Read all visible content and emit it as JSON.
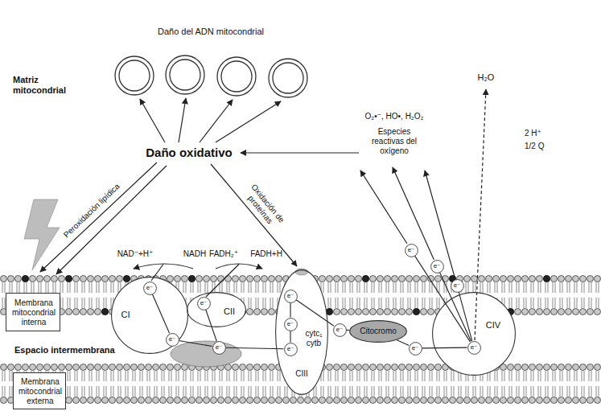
{
  "diagram": {
    "nodes": [
      {
        "text": [
          "Membrana mitocondrial interna"
        ]
      },
      {
        "text": [
          "CI"
        ]
      },
      {
        "text": [
          "e⁻"
        ],
        "in": 1
      },
      {
        "text": [
          "e⁻"
        ],
        "in": 1
      },
      {
        "text": [
          "CII"
        ]
      },
      {
        "text": [
          "e⁻"
        ],
        "in": 4
      },
      {
        "text": [
          "e⁻"
        ]
      },
      {
        "text": [
          "cytc₁ cytb",
          "CIII"
        ]
      },
      {
        "text": [
          "e⁻"
        ],
        "in": 7
      },
      {
        "text": [
          "e⁻"
        ],
        "in": 7
      },
      {
        "text": [
          "e⁻"
        ],
        "in": 7
      },
      {
        "text": [
          "e⁻"
        ]
      },
      {
        "text": [
          "Citocromo"
        ]
      },
      {
        "text": [
          "e⁻"
        ]
      },
      {
        "text": [
          "CIV"
        ]
      },
      {
        "text": [
          "e⁻"
        ],
        "in": 14
      },
      {
        "text": [
          "e⁻"
        ]
      },
      {
        "text": [
          "e⁻"
        ]
      },
      {
        "text": [
          "e⁻"
        ]
      },
      {
        "text": [
          "Membrana mitocondrial externa"
        ]
      }
    ],
    "edges": [
      {
        "from": 2,
        "to": 3,
        "arrow": "none"
      },
      {
        "from": 3,
        "to": 6,
        "arrow": "none"
      },
      {
        "from": 5,
        "to": 6,
        "arrow": "none"
      },
      {
        "from": 6,
        "to": 10,
        "arrow": "none"
      },
      {
        "from": 8,
        "to": 9,
        "arrow": "none"
      },
      {
        "from": 9,
        "to": 10,
        "arrow": "none"
      },
      {
        "from": 8,
        "to": 11,
        "arrow": "none"
      },
      {
        "from": 11,
        "to": 12,
        "arrow": "none"
      },
      {
        "from": 12,
        "to": 13,
        "arrow": "none"
      },
      {
        "from": 13,
        "to": 15,
        "arrow": "none"
      },
      {
        "from": 15,
        "to": 16,
        "arrow": "none"
      },
      {
        "from": 15,
        "to": 17,
        "arrow": "none"
      },
      {
        "from": 15,
        "to": 18,
        "arrow": "none"
      }
    ],
    "labels": [
      "Daño del ADN mitocondrial",
      "Matriz mitocondrial",
      "Daño oxidativo",
      "Peroxidación lipídica",
      "Oxidación de proteínas",
      "O₂•⁻, HO•, H₂O₂",
      "Especies reactivas del oxígeno",
      "H₂O",
      "2 H⁺",
      "1/2 Q",
      "NAD⁻+H⁺",
      "NADH",
      "FADH₂⁺",
      "FADH+H",
      "Espacio intermembrana"
    ]
  }
}
